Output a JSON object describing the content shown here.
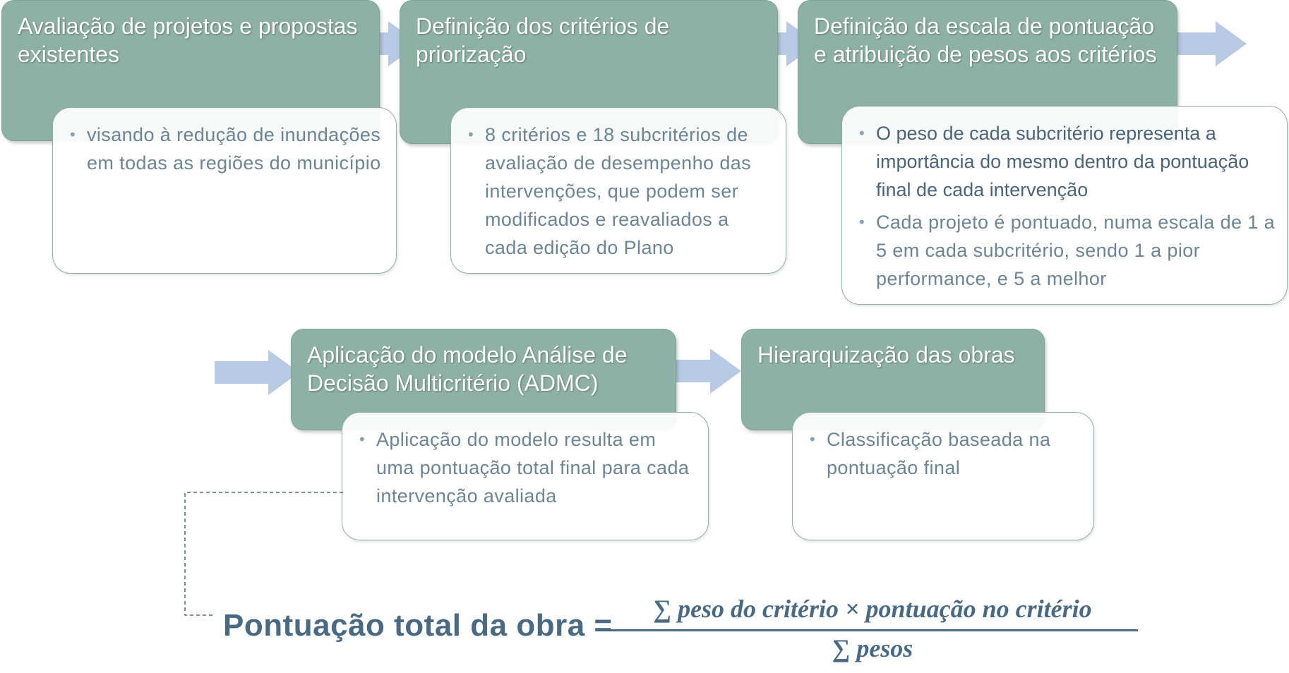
{
  "steps": [
    {
      "title": "Avaliação de projetos e propostas existentes",
      "bullets": [
        "visando à redução de inundações em todas as regiões do município"
      ]
    },
    {
      "title": "Definição dos critérios de priorização",
      "bullets": [
        "8 critérios e 18 subcritérios de avaliação de desempenho das intervenções, que podem ser modificados e reavaliados a cada edição do Plano"
      ]
    },
    {
      "title": "Definição da escala de pontuação e atribuição de pesos aos critérios",
      "bullets": [
        "O peso de cada subcritério representa a importância do mesmo dentro da pontuação final de cada intervenção",
        "Cada projeto é pontuado, numa escala de 1 a 5 em cada subcritério, sendo 1 a pior performance, e 5 a melhor"
      ]
    },
    {
      "title": "Aplicação do modelo Análise de Decisão Multicritério (ADMC)",
      "bullets": [
        "Aplicação do modelo resulta em uma pontuação total final para cada intervenção avaliada"
      ]
    },
    {
      "title": "Hierarquização das obras",
      "bullets": [
        "Classificação baseada na pontuação final"
      ]
    }
  ],
  "formula": {
    "label": "Pontuação total da obra =",
    "numerator": "∑ peso do critério × pontuação no critério",
    "denominator": "∑ pesos"
  },
  "colors": {
    "step_fill": "#8eb1a6",
    "arrow_fill": "#b7c9e3",
    "text_dark": "#4a6982"
  }
}
